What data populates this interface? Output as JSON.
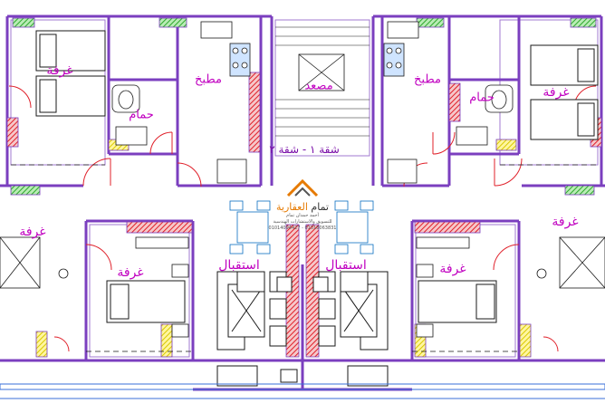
{
  "rooms": {
    "room_top_left": "غرفة",
    "bath_top_left": "حمام",
    "kitchen_left": "مطبخ",
    "elevator": "مصعد",
    "kitchen_right": "مطبخ",
    "bath_top_right": "حمام",
    "room_top_right": "غرفة",
    "unit_labels": "شقة ١ - شقة ٢",
    "room_mid_left": "غرفة",
    "room_center_left": "غرفة",
    "reception_left": "استقبال",
    "reception_right": "استقبال",
    "room_center_right": "غرفة",
    "room_mid_right": "غرفة"
  },
  "logo": {
    "brand_main": "تمام",
    "brand_accent": "العقارية",
    "line1": "أحمد حمدان تمام",
    "line2": "للتسويق والاستشارات الهندسية",
    "line3": "01014094427 - 01018063831"
  },
  "colors": {
    "wall": "#7b3fbf",
    "door": "#e0202a",
    "hatch_red": "#e0202a",
    "hatch_yellow": "#f2e10a",
    "hatch_green": "#2ea82e",
    "furniture": "#1a1a1a",
    "label": "#c000c0",
    "window_blue": "#3a6fd8"
  }
}
